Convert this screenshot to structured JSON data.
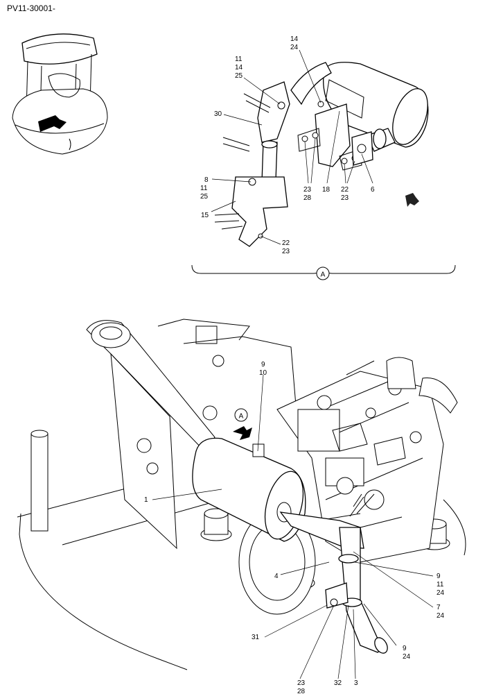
{
  "header": {
    "code": "PV11-30001-"
  },
  "detail": {
    "marker": "A",
    "labels": {
      "l_14_24_a": "14",
      "l_14_24_b": "24",
      "l_11_14_25_a": "11",
      "l_11_14_25_b": "14",
      "l_11_14_25_c": "25",
      "l_30": "30",
      "l_8_11_25_a": "8",
      "l_8_11_25_b": "11",
      "l_8_11_25_c": "25",
      "l_15": "15",
      "l_22_23_a": "22",
      "l_22_23_b": "23",
      "l_23_28_a": "23",
      "l_23_28_b": "28",
      "l_18": "18",
      "l_22_23_r_a": "22",
      "l_22_23_r_b": "23",
      "l_6": "6"
    }
  },
  "main": {
    "view_marker": "A",
    "labels": {
      "l_9_10_a": "9",
      "l_9_10_b": "10",
      "l_1": "1",
      "l_4": "4",
      "l_9_11_24_a": "9",
      "l_9_11_24_b": "11",
      "l_9_11_24_c": "24",
      "l_7_24_a": "7",
      "l_7_24_b": "24",
      "l_31": "31",
      "l_9_24_a": "9",
      "l_9_24_b": "24",
      "l_23_28_a": "23",
      "l_23_28_b": "28",
      "l_32": "32",
      "l_3": "3"
    }
  }
}
